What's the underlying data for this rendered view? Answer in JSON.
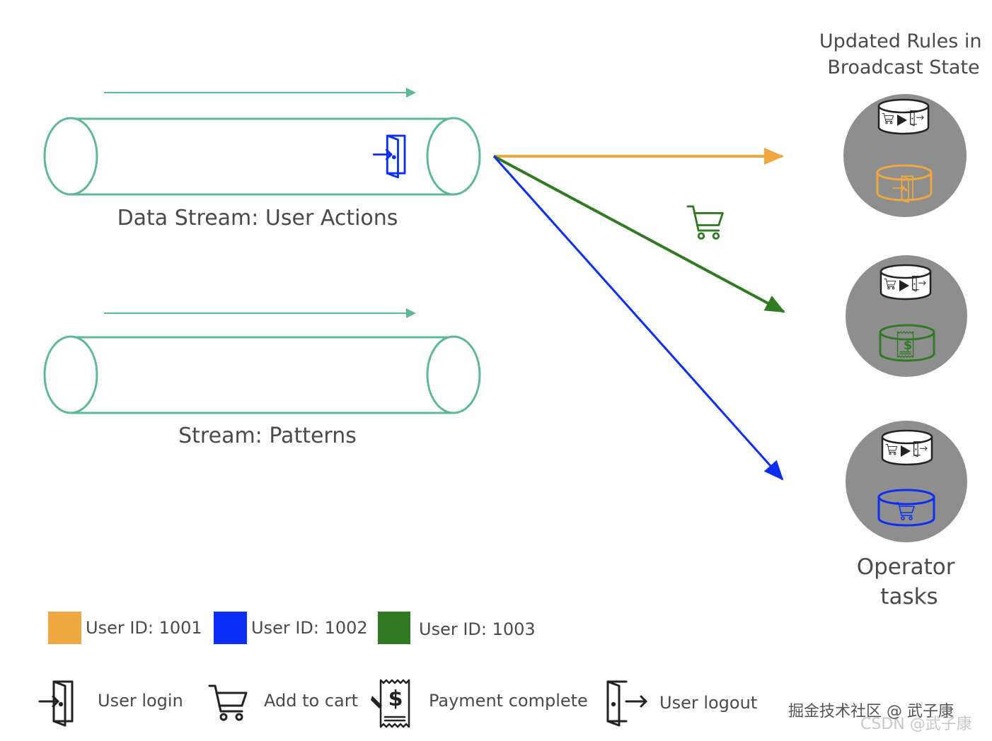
{
  "title": "Updated Rules in Broadcast State",
  "title_lines": [
    "Updated Rules in",
    "Broadcast State"
  ],
  "streams": {
    "user_actions": {
      "label": "Data Stream: User Actions"
    },
    "patterns": {
      "label": "Stream: Patterns"
    }
  },
  "operator_label_lines": [
    "Operator",
    "tasks"
  ],
  "legend": {
    "users": [
      {
        "label": "User ID: 1001",
        "color": "#EFA73F"
      },
      {
        "label": "User ID: 1002",
        "color": "#0A2EF5"
      },
      {
        "label": "User ID: 1003",
        "color": "#2F7A22"
      }
    ],
    "actions": [
      {
        "label": "User login",
        "icon": "login-icon"
      },
      {
        "label": "Add to cart",
        "icon": "cart-icon"
      },
      {
        "label": "Payment complete",
        "icon": "payment-icon"
      },
      {
        "label": "User logout",
        "icon": "logout-icon"
      }
    ]
  },
  "colors": {
    "stream": "#5DB894",
    "task_circle": "#8E8E8E",
    "user_1001": "#EFA73F",
    "user_1002": "#0A2EF5",
    "user_1003": "#2F7A22"
  },
  "watermark": {
    "primary": "掘金技术社区 @ 武子康",
    "secondary": "CSDN @武子康"
  }
}
